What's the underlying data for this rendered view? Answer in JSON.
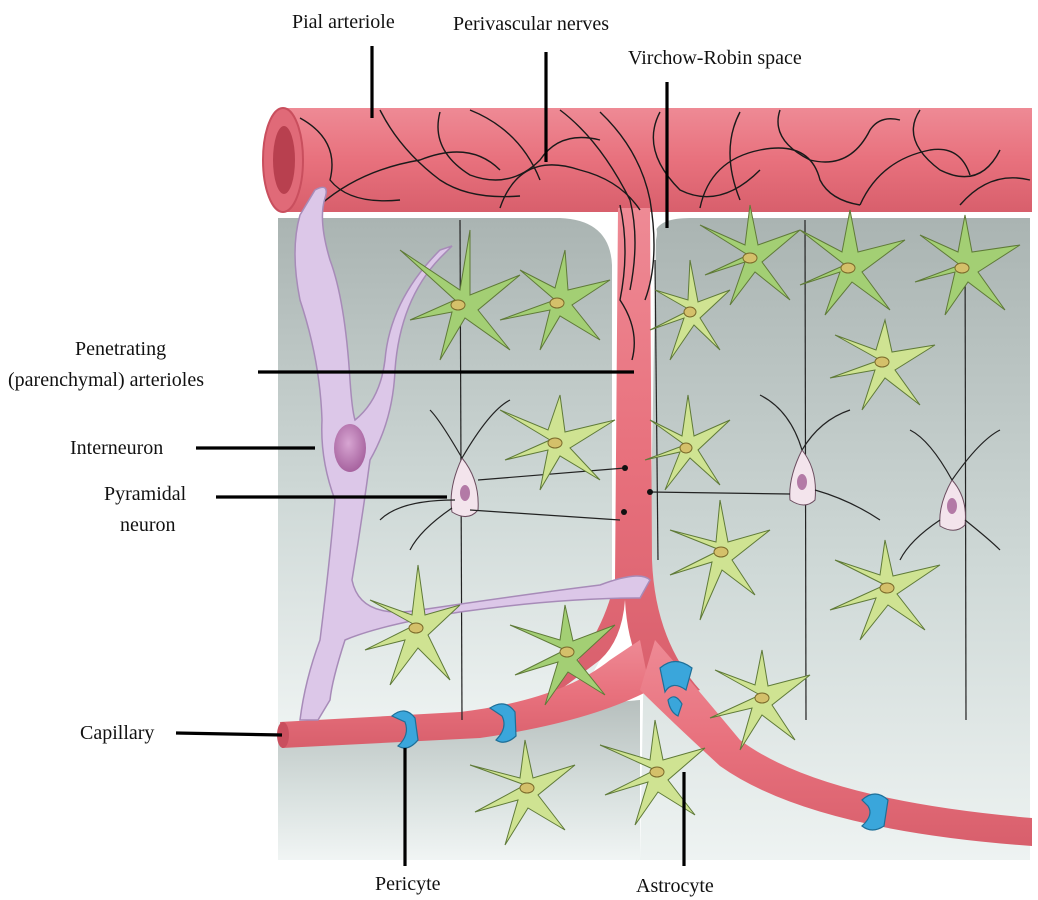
{
  "labels": {
    "pial_arteriole": "Pial arteriole",
    "perivascular_nerves": "Perivascular nerves",
    "virchow_robin": "Virchow-Robin space",
    "penetrating_line1": "Penetrating",
    "penetrating_line2": "(parenchymal) arterioles",
    "interneuron": "Interneuron",
    "pyramidal_line1": "Pyramidal",
    "pyramidal_line2": "neuron",
    "capillary": "Capillary",
    "pericyte": "Pericyte",
    "astrocyte": "Astrocyte"
  },
  "colors": {
    "vessel": "#e8717d",
    "vessel_dark": "#c94f5e",
    "tissue_top": "#a9b4b2",
    "tissue_bottom": "#e9f0ef",
    "astrocyte_green": "#a3cf74",
    "astrocyte_yellow": "#cfe392",
    "interneuron": "#dcc7e8",
    "pyramidal": "#f3e4ec",
    "pericyte": "#3aa6db"
  }
}
